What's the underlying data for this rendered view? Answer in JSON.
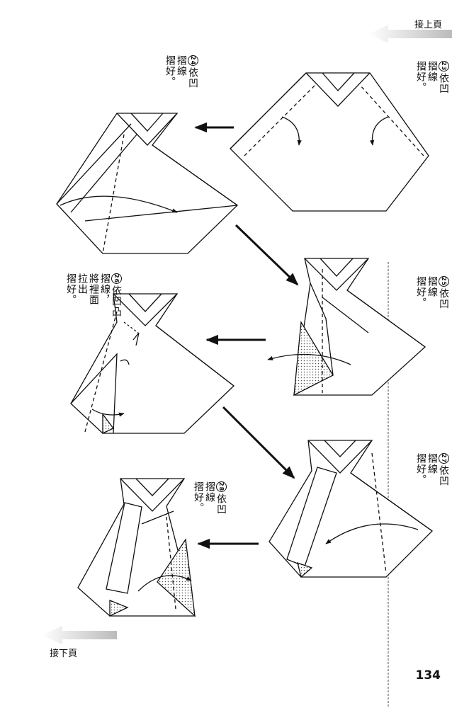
{
  "nav": {
    "prev": "接上頁",
    "next": "接下頁"
  },
  "page_number": "134",
  "steps": [
    {
      "num": "23",
      "text": [
        "依凹",
        "摺線",
        "摺好。"
      ]
    },
    {
      "num": "24",
      "text": [
        "依凹",
        "摺線",
        "摺好。"
      ]
    },
    {
      "num": "25",
      "text": [
        "依凹",
        "摺線",
        "摺好。"
      ]
    },
    {
      "num": "26",
      "text": [
        "依凹凸",
        "摺線，",
        "將裡面",
        "拉出",
        "摺好。"
      ]
    },
    {
      "num": "27",
      "text": [
        "依凹",
        "摺線",
        "摺好。"
      ]
    },
    {
      "num": "28",
      "text": [
        "依凹",
        "摺線",
        "摺好。"
      ]
    }
  ]
}
